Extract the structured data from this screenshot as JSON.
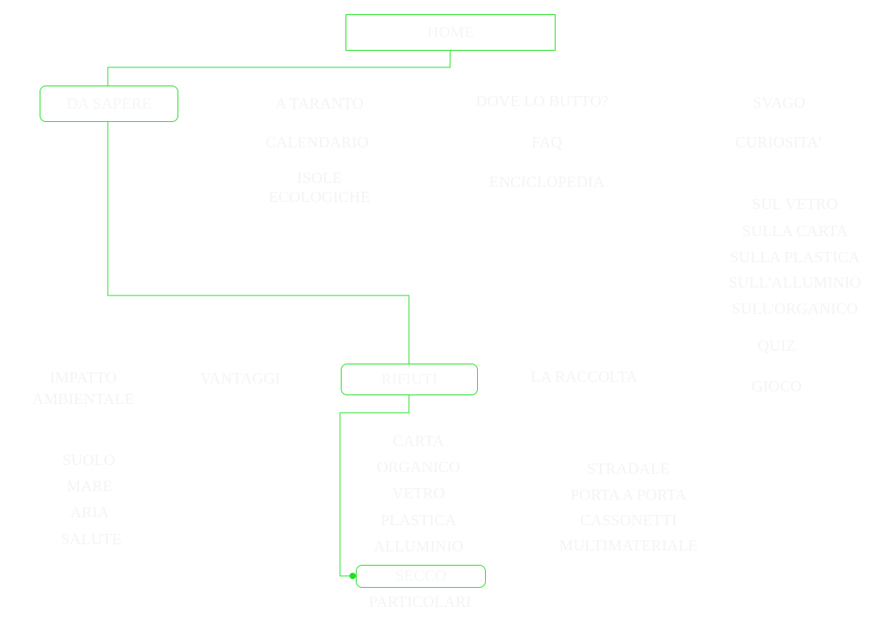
{
  "colors": {
    "line": "#1fe01f",
    "text": "#f4f4f4"
  },
  "nodes": {
    "home": "HOME",
    "da_sapere": "DA SAPERE",
    "rifiuti": "RIFIUTI",
    "secco": "SECCO"
  },
  "labels": {
    "a_taranto": "A TARANTO",
    "dove_lo_butto": "DOVE LO BUTTO?",
    "svago": "SVAGO",
    "calendario": "CALENDARIO",
    "faq": "FAQ",
    "curiosita": "CURIOSITA'",
    "isole_1": "ISOLE",
    "isole_2": "ECOLOGICHE",
    "enciclopedia": "ENCICLOPEDIA",
    "sul_vetro": "SUL VETRO",
    "sulla_carta": "SULLA CARTA",
    "sulla_plastica": "SULLA PLASTICA",
    "sull_alluminio": "SULL'ALLUMINIO",
    "sull_organico": "SULL'ORGANICO",
    "quiz": "QUIZ",
    "gioco": "GIOCO",
    "impatto_1": "IMPATTO",
    "impatto_2": "AMBIENTALE",
    "vantaggi": "VANTAGGI",
    "suolo": "SUOLO",
    "mare": "MARE",
    "aria": "ARIA",
    "salute": "SALUTE",
    "la_raccolta": "LA RACCOLTA",
    "stradale": "STRADALE",
    "porta_a_porta": "PORTA A PORTA",
    "cassonetti": "CASSONETTI",
    "multimateriale": "MULTIMATERIALE",
    "carta": "CARTA",
    "organico": "ORGANICO",
    "vetro": "VETRO",
    "plastica": "PLASTICA",
    "alluminio": "ALLUMINIO",
    "particolari": "PARTICOLARI"
  }
}
